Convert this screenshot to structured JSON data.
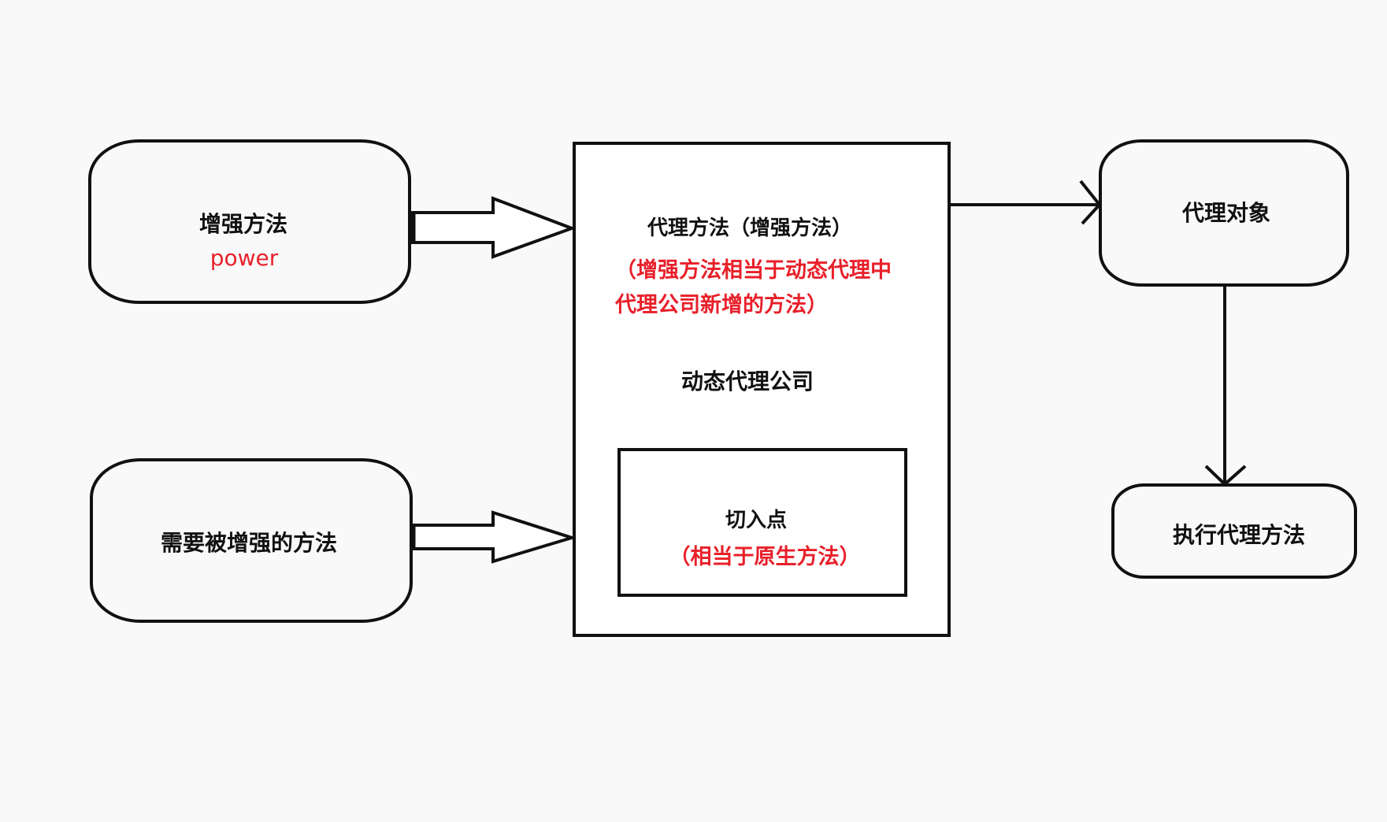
{
  "colors": {
    "background": "#f9f9f9",
    "stroke": "#111111",
    "text": "#111111",
    "accent": "#e8202a"
  },
  "nodes": {
    "enhance_method": {
      "title": "增强方法",
      "subtitle": "power"
    },
    "target_method": {
      "title": "需要被增强的方法"
    },
    "proxy_company": {
      "proxy_method_title": "代理方法（增强方法）",
      "proxy_method_note_line1": "（增强方法相当于动态代理中",
      "proxy_method_note_line2": "代理公司新增的方法）",
      "company_title": "动态代理公司",
      "pointcut": {
        "title": "切入点",
        "note": "（相当于原生方法）"
      }
    },
    "proxy_object": {
      "title": "代理对象"
    },
    "execute_proxy_method": {
      "title": "执行代理方法"
    }
  },
  "edges": [
    {
      "from": "enhance_method",
      "to": "proxy_company",
      "style": "hollow-arrow"
    },
    {
      "from": "target_method",
      "to": "proxy_company",
      "style": "hollow-arrow"
    },
    {
      "from": "proxy_company",
      "to": "proxy_object",
      "style": "line-arrow"
    },
    {
      "from": "proxy_object",
      "to": "execute_proxy_method",
      "style": "line-arrow"
    }
  ]
}
